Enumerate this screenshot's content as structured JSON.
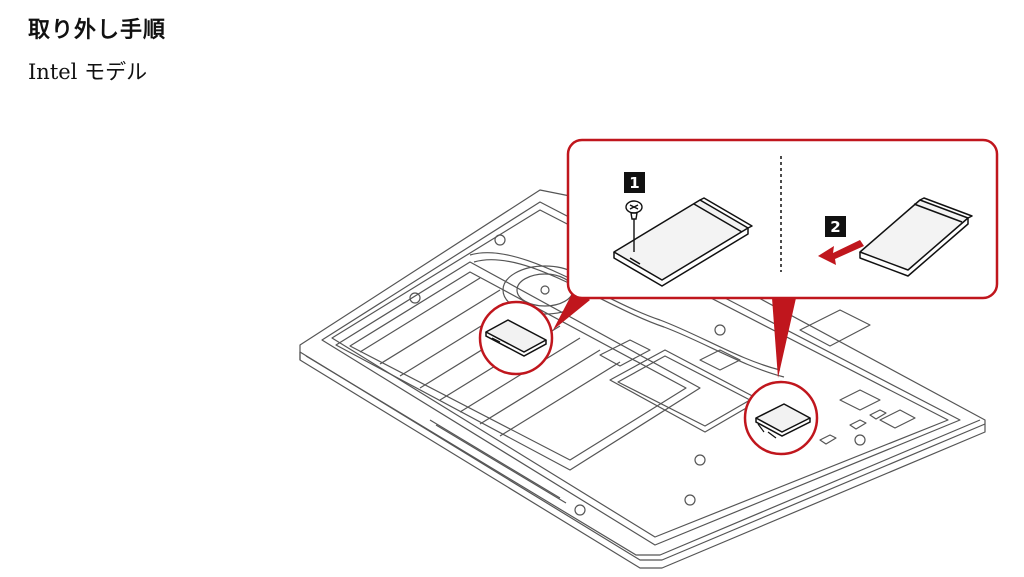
{
  "document": {
    "heading": "取り外し手順",
    "subheading": "Intel モデル"
  },
  "illustration": {
    "step_labels": [
      "1",
      "2"
    ],
    "accent_color": "#c0161d",
    "line_color": "#555555",
    "icons": [
      "laptop-bottom-chassis",
      "wwan-card",
      "screw-icon",
      "pull-arrow-icon"
    ]
  }
}
